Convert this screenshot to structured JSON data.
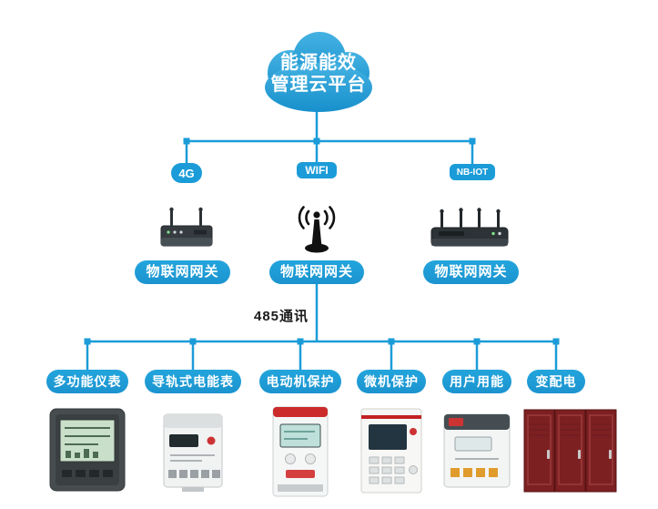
{
  "colors": {
    "primary": "#1b9cd8",
    "line": "#1b9cd8",
    "cloud_top": "#45b2e2",
    "cloud_bottom": "#1790cc",
    "text": "#1a1a1a",
    "cabinet_red": "#7c2022"
  },
  "cloud": {
    "line1": "能源能效",
    "line2": "管理云平台"
  },
  "gateways": [
    {
      "badge": "4G",
      "label": "物联网网关"
    },
    {
      "badge": "WIFI",
      "label": "物联网网关"
    },
    {
      "badge": "NB-IOT",
      "label": "物联网网关"
    }
  ],
  "bus": {
    "label": "485通讯"
  },
  "devices": [
    {
      "label": "多功能仪表"
    },
    {
      "label": "导轨式电能表"
    },
    {
      "label": "电动机保护"
    },
    {
      "label": "微机保护"
    },
    {
      "label": "用户用能"
    },
    {
      "label": "变配电"
    }
  ]
}
